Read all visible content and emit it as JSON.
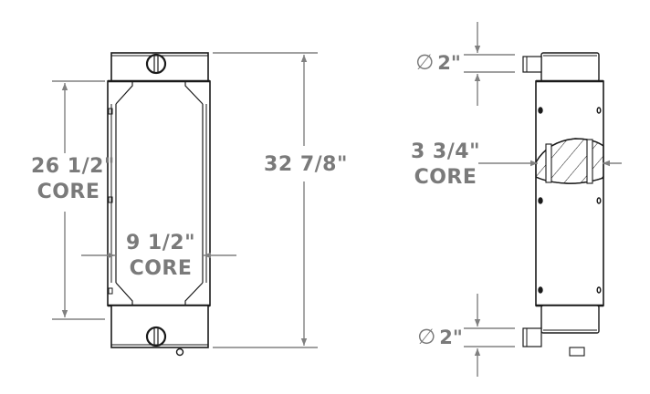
{
  "drawing": {
    "type": "radiator technical drawing",
    "line_color": "#1a1a1a",
    "dim_color": "#808080",
    "text_color": "#7a7a7a"
  },
  "front_view": {
    "core_height": {
      "value": "26 1/2\"",
      "note": "CORE"
    },
    "overall_height": {
      "value": "32 7/8\""
    },
    "core_width": {
      "value": "9 1/2\"",
      "note": "CORE"
    }
  },
  "side_view": {
    "inlet": {
      "symbol": "∅",
      "value": "2\""
    },
    "core_depth": {
      "value": "3 3/4\"",
      "note": "CORE"
    },
    "outlet": {
      "symbol": "∅",
      "value": "2\""
    }
  }
}
